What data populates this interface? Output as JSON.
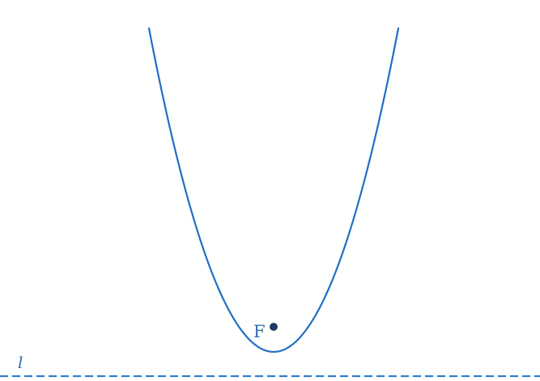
{
  "diagram": {
    "focus_label": "F",
    "directrix_label": "l",
    "colors": {
      "parabola": "#1f6fc4",
      "directrix": "#2f7fd0",
      "focus_fill": "#1c3f66",
      "focus_label": "#2f6db0",
      "directrix_label": "#2f6db0"
    },
    "elements": {
      "parabola": "parabola-curve",
      "focus": "focus-point",
      "directrix": "directrix-line"
    }
  }
}
